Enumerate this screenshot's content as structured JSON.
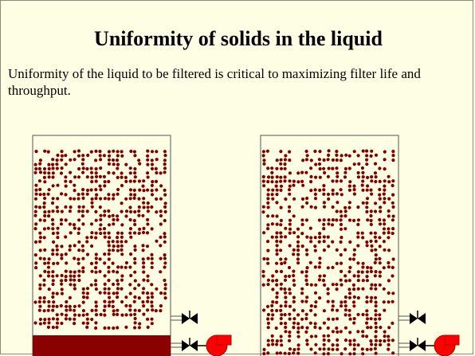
{
  "slide": {
    "title": "Uniformity of solids in the liquid",
    "body": "Uniformity of the liquid to be filtered is critical to maximizing filter life and throughput."
  },
  "colors": {
    "background": "#fefee4",
    "particle": "#800000",
    "sediment": "#8b0000",
    "pump": "#ff0000",
    "valve": "#000000",
    "vessel_outline": "#555555"
  },
  "icons": {
    "valve": "bowtie-valve-icon",
    "pump": "centrifugal-pump-icon"
  },
  "vessels": [
    {
      "name": "settled-vessel",
      "state": "particles settled into a sediment layer at the bottom"
    },
    {
      "name": "uniform-vessel",
      "state": "particles uniformly suspended"
    }
  ]
}
